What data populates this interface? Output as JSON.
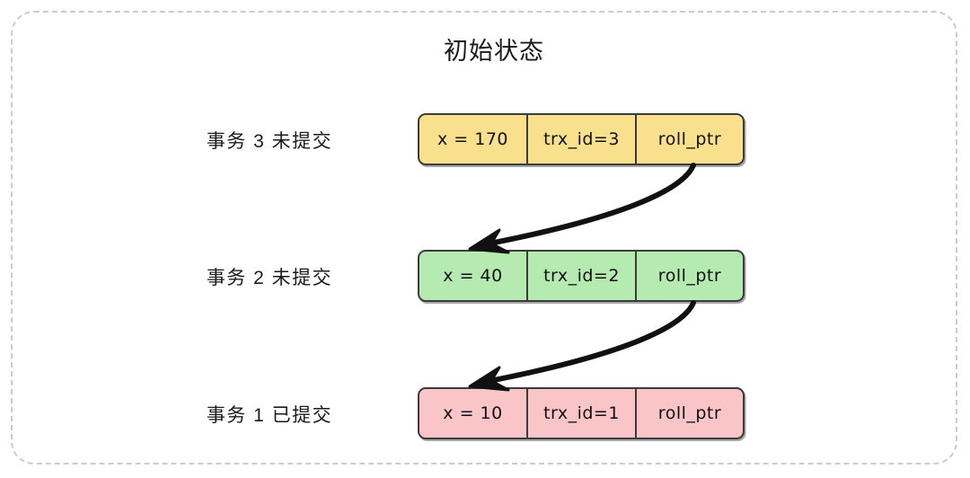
{
  "diagram": {
    "title": "初始状态",
    "frame": {
      "style": "dashed-rounded-rectangle",
      "color": "#c6cdd6"
    },
    "colors": {
      "yellow": "#f9e08d",
      "green": "#b5ebb1",
      "pink": "#f9c5c6",
      "border": "#3b3b3b",
      "arrow": "#111111",
      "frame": "#c6cdd6",
      "text": "#1b1b1b"
    },
    "columns": [
      "value",
      "trx_id",
      "roll_ptr"
    ],
    "rows": [
      {
        "label": "事务 3 未提交",
        "color_name": "yellow",
        "value": "x = 170",
        "trx_id": "trx_id=3",
        "roll_ptr": "roll_ptr"
      },
      {
        "label": "事务 2 未提交",
        "color_name": "green",
        "value": "x = 40",
        "trx_id": "trx_id=2",
        "roll_ptr": "roll_ptr"
      },
      {
        "label": "事务 1 已提交",
        "color_name": "pink",
        "value": "x = 10",
        "trx_id": "trx_id=1",
        "roll_ptr": "roll_ptr"
      }
    ],
    "arrows": [
      {
        "name": "roll-ptr-arrow-3-to-2",
        "from": "事务 3 未提交 roll_ptr",
        "to": "事务 2 未提交"
      },
      {
        "name": "roll-ptr-arrow-2-to-1",
        "from": "事务 2 未提交 roll_ptr",
        "to": "事务 1 已提交"
      }
    ]
  }
}
